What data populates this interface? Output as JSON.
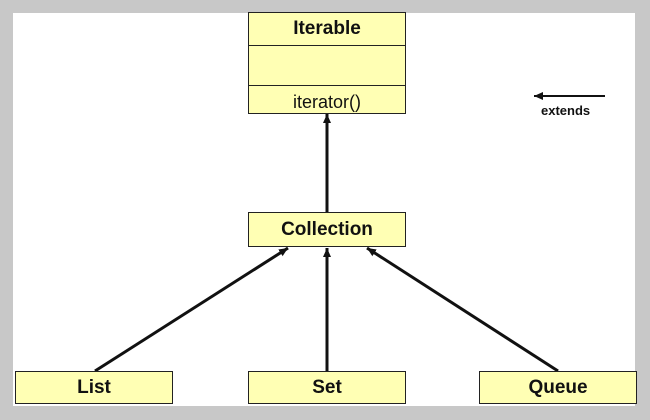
{
  "diagram": {
    "iterable": {
      "name": "Iterable",
      "attributes": "",
      "operation": "iterator()"
    },
    "collection": {
      "name": "Collection"
    },
    "list": {
      "name": "List"
    },
    "set": {
      "name": "Set"
    },
    "queue": {
      "name": "Queue"
    },
    "relations": [
      {
        "from": "Collection",
        "to": "Iterable",
        "type": "extends"
      },
      {
        "from": "List",
        "to": "Collection",
        "type": "extends"
      },
      {
        "from": "Set",
        "to": "Collection",
        "type": "extends"
      },
      {
        "from": "Queue",
        "to": "Collection",
        "type": "extends"
      }
    ],
    "legend": {
      "label": "extends"
    }
  },
  "colors": {
    "box_fill": "#ffffb4",
    "stroke": "#222222",
    "frame": "#c8c8c8",
    "canvas": "#ffffff"
  }
}
